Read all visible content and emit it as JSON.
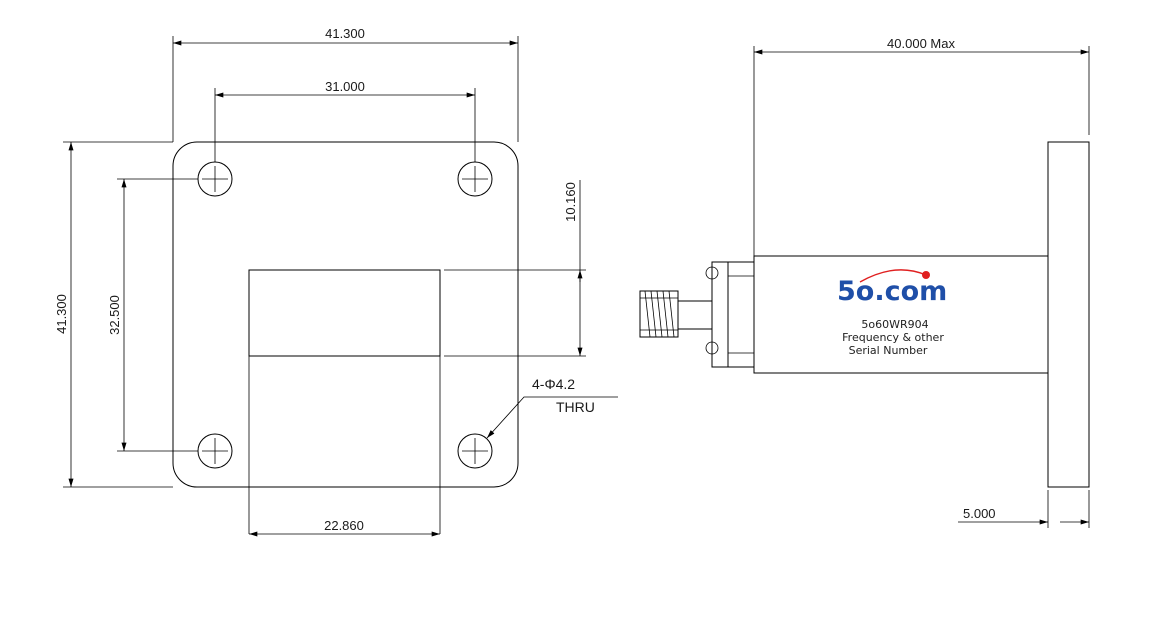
{
  "front_view": {
    "dims": {
      "overall_width": "41.300",
      "hole_spacing_x": "31.000",
      "overall_height": "41.300",
      "hole_spacing_y": "32.500",
      "aperture_height": "10.160",
      "aperture_width": "22.860"
    },
    "hole_callout": {
      "line1": "4-Φ4.2",
      "line2": "THRU"
    }
  },
  "side_view": {
    "dims": {
      "length": "40.000 Max",
      "flange_thickness": "5.000"
    },
    "body_label": {
      "logo": "5o.com",
      "model": "5o60WR904",
      "line2": "Frequency & other",
      "line3": "Serial Number"
    },
    "colors": {
      "logo_blue": "#1f4fa8",
      "logo_dot_red": "#e02020"
    }
  }
}
